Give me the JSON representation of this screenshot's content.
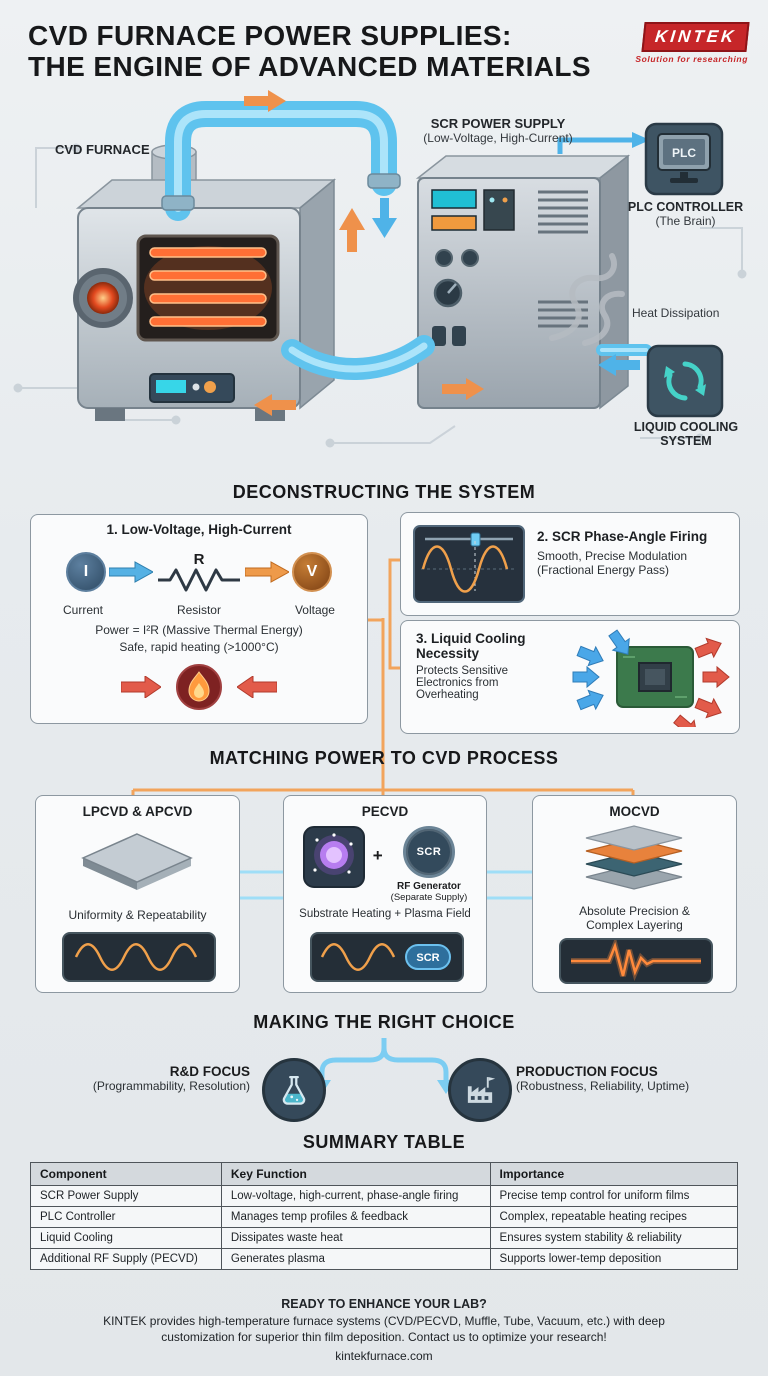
{
  "colors": {
    "brand_red": "#c62629",
    "accent_orange": "#ef9a4c",
    "accent_blue": "#5fc3ee",
    "dark_slate": "#3e5463",
    "teal": "#45d2c8",
    "glow_orange": "#ff6f35"
  },
  "header": {
    "title_line1": "CVD FURNACE POWER SUPPLIES:",
    "title_line2": "THE ENGINE OF ADVANCED MATERIALS",
    "logo_text": "KINTEK",
    "logo_tagline": "Solution for researching"
  },
  "diagram": {
    "furnace_label": "CVD FURNACE",
    "scr_label_line1": "SCR POWER SUPPLY",
    "scr_label_line2": "(Low-Voltage, High-Current)",
    "plc_screen_text": "PLC",
    "plc_label_line1": "PLC CONTROLLER",
    "plc_label_line2": "(The Brain)",
    "heat_label": "Heat Dissipation",
    "cooling_label_line1": "LIQUID COOLING",
    "cooling_label_line2": "SYSTEM"
  },
  "deconstructing": {
    "heading": "DECONSTRUCTING THE SYSTEM",
    "box1": {
      "title": "1. Low-Voltage, High-Current",
      "current_symbol": "I",
      "resistor_symbol": "R",
      "voltage_symbol": "V",
      "current_label": "Current",
      "resistor_label": "Resistor",
      "voltage_label": "Voltage",
      "formula_line": "Power = I²R (Massive Thermal Energy)",
      "heating_line": "Safe, rapid heating (>1000°C)"
    },
    "box2": {
      "title": "2. SCR Phase-Angle Firing",
      "line1": "Smooth, Precise Modulation",
      "line2": "(Fractional Energy Pass)"
    },
    "box3": {
      "title_line1": "3. Liquid Cooling",
      "title_line2": "Necessity",
      "line1": "Protects Sensitive",
      "line2": "Electronics from",
      "line3": "Overheating"
    }
  },
  "matching": {
    "heading": "MATCHING POWER TO CVD PROCESS",
    "box1": {
      "title": "LPCVD & APCVD",
      "caption": "Uniformity & Repeatability"
    },
    "box2": {
      "title": "PECVD",
      "plus_sign": "+",
      "scr_badge": "SCR",
      "rf_line1": "RF Generator",
      "rf_line2": "(Separate Supply)",
      "caption": "Substrate Heating + Plasma Field",
      "wave_badge": "SCR"
    },
    "box3": {
      "title": "MOCVD",
      "caption_line1": "Absolute Precision &",
      "caption_line2": "Complex Layering"
    }
  },
  "choice": {
    "heading": "MAKING THE RIGHT CHOICE",
    "rd_title": "R&D FOCUS",
    "rd_caption": "(Programmability, Resolution)",
    "prod_title": "PRODUCTION FOCUS",
    "prod_caption": "(Robustness, Reliability, Uptime)"
  },
  "summary": {
    "heading": "SUMMARY TABLE",
    "headers": [
      "Component",
      "Key Function",
      "Importance"
    ],
    "rows": [
      [
        "SCR Power Supply",
        "Low-voltage, high-current, phase-angle firing",
        "Precise temp control for uniform films"
      ],
      [
        "PLC Controller",
        "Manages temp profiles & feedback",
        "Complex, repeatable heating recipes"
      ],
      [
        "Liquid Cooling",
        "Dissipates waste heat",
        "Ensures system stability & reliability"
      ],
      [
        "Additional RF Supply (PECVD)",
        "Generates plasma",
        "Supports lower-temp deposition"
      ]
    ]
  },
  "footer": {
    "cta": "READY TO ENHANCE YOUR LAB?",
    "line1": "KINTEK provides high-temperature furnace systems (CVD/PECVD, Muffle, Tube, Vacuum, etc.) with deep",
    "line2": "customization for superior thin film deposition. Contact us to optimize your research!",
    "site": "kintekfurnace.com"
  }
}
